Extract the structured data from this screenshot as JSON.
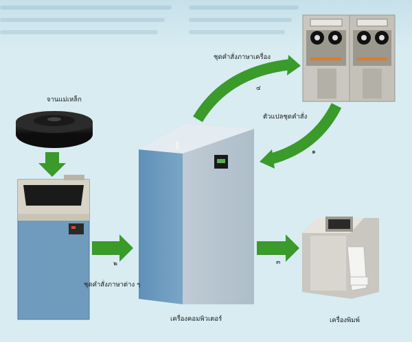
{
  "labels": {
    "magnetic_disk": "จานแม่เหล็ก",
    "machine_language": "ชุดคำสั่งภาษาเครื่อง",
    "compiler": "ตัวแปลชุดคำสั่ง",
    "various_languages": "ชุดคำสั่งภาษาต่าง ๆ",
    "computer": "เครื่องคอมพิวเตอร์",
    "printer": "เครื่องพิมพ์"
  },
  "steps": {
    "step1": "๑",
    "step2": "๒",
    "step3": "๓",
    "step4": "๔"
  },
  "colors": {
    "background": "#d8ecf2",
    "arrow_green": "#3a9a2a",
    "cabinet_blue": "#7aa6c6",
    "tape_unit_orange": "#e07a2a"
  }
}
